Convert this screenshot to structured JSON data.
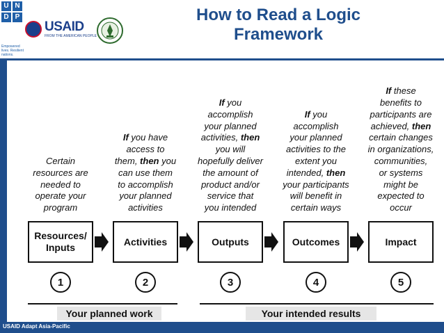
{
  "header": {
    "title_line1": "How to Read a Logic",
    "title_line2": "Framework",
    "undp_letters": [
      "U",
      "N",
      "D",
      "P"
    ],
    "undp_caption": "Empowered lives. Resilient nations.",
    "usaid_word": "USAID",
    "usaid_tagline": "FROM THE AMERICAN PEOPLE"
  },
  "diagram": {
    "columns": [
      {
        "desc": [
          {
            "t": "Certain"
          },
          {
            "t": "resources are"
          },
          {
            "t": "needed to"
          },
          {
            "t": "operate your"
          },
          {
            "t": "program"
          }
        ],
        "box_lines": [
          "Resources/",
          "Inputs"
        ],
        "number": "1"
      },
      {
        "desc": [
          {
            "b": "If",
            "t": " you have"
          },
          {
            "t": "access to"
          },
          {
            "t": "them, ",
            "b2": "then",
            "t2": " you"
          },
          {
            "t": "can use them"
          },
          {
            "t": "to accomplish"
          },
          {
            "t": "your planned"
          },
          {
            "t": "activities"
          }
        ],
        "box_lines": [
          "Activities"
        ],
        "number": "2"
      },
      {
        "desc": [
          {
            "b": "If",
            "t": " you"
          },
          {
            "t": "accomplish"
          },
          {
            "t": "your planned"
          },
          {
            "t": "activities, ",
            "b2": "then"
          },
          {
            "t": "you will"
          },
          {
            "t": "hopefully deliver"
          },
          {
            "t": "the amount of"
          },
          {
            "t": "product and/or"
          },
          {
            "t": "service that"
          },
          {
            "t": "you intended"
          }
        ],
        "box_lines": [
          "Outputs"
        ],
        "number": "3"
      },
      {
        "desc": [
          {
            "b": "If",
            "t": " you"
          },
          {
            "t": "accomplish"
          },
          {
            "t": "your planned"
          },
          {
            "t": "activities to the"
          },
          {
            "t": "extent you"
          },
          {
            "t": "intended, ",
            "b2": "then"
          },
          {
            "t": "your participants"
          },
          {
            "t": "will benefit in"
          },
          {
            "t": "certain ways"
          }
        ],
        "box_lines": [
          "Outcomes"
        ],
        "number": "4"
      },
      {
        "desc": [
          {
            "b": "If",
            "t": " these"
          },
          {
            "t": "benefits to"
          },
          {
            "t": "participants are"
          },
          {
            "t": "achieved, ",
            "b2": "then"
          },
          {
            "t": "certain changes"
          },
          {
            "t": "in organizations,"
          },
          {
            "t": "communities,"
          },
          {
            "t": "or systems"
          },
          {
            "t": "might be"
          },
          {
            "t": "expected to"
          },
          {
            "t": "occur"
          }
        ],
        "box_lines": [
          "Impact"
        ],
        "number": "5"
      }
    ],
    "groups": {
      "planned_work": "Your planned work",
      "intended_results": "Your intended results"
    }
  },
  "footer": {
    "text": "USAID Adapt Asia-Pacific"
  },
  "colors": {
    "brand_blue": "#1f4e8c",
    "usaid_blue": "#1b3f8b",
    "undp_blue": "#1f5fa8"
  }
}
